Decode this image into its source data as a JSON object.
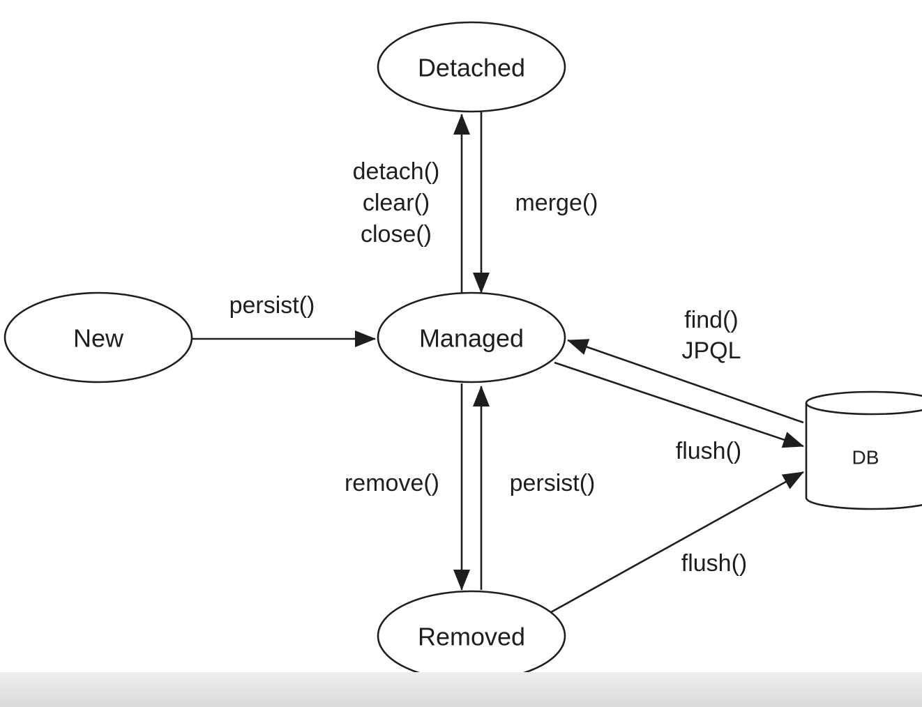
{
  "colors": {
    "stroke": "#1e1e1e",
    "background": "#ffffff",
    "bottom_bar": "#e2e2e2"
  },
  "nodes": {
    "detached": "Detached",
    "new": "New",
    "managed": "Managed",
    "removed": "Removed",
    "db": "DB"
  },
  "edges": {
    "detach_methods": [
      "detach()",
      "clear()",
      "close()"
    ],
    "merge": "merge()",
    "new_persist": "persist()",
    "find_jpql": [
      "find()",
      "JPQL"
    ],
    "flush_managed": "flush()",
    "remove": "remove()",
    "removed_persist": "persist()",
    "flush_removed": "flush()"
  }
}
